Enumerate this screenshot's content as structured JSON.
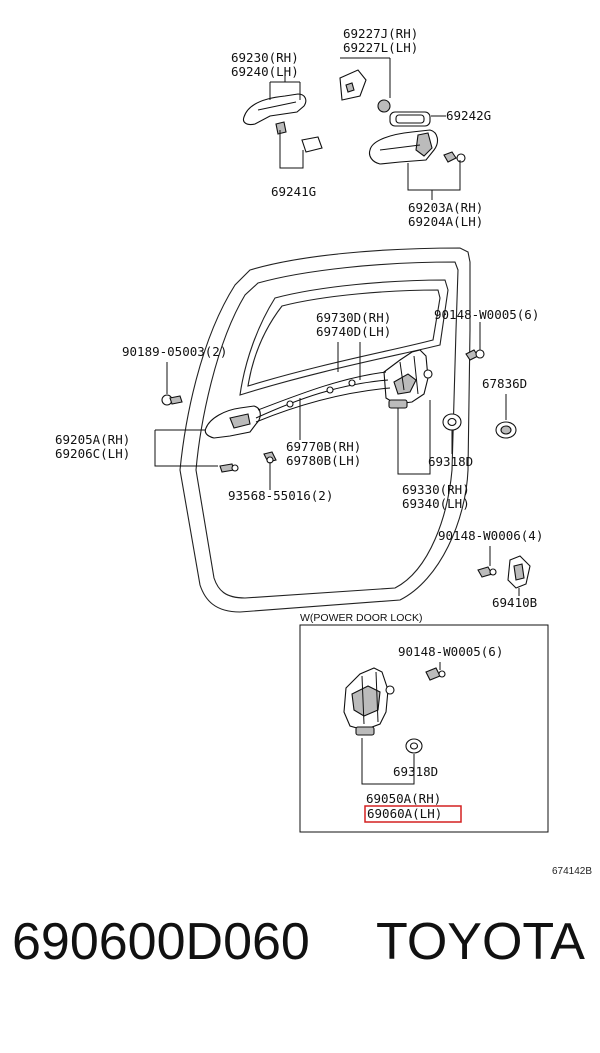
{
  "labels": {
    "p69227J": "69227J(RH)",
    "p69227L": "69227L(LH)",
    "p69230": "69230(RH)",
    "p69240": "69240(LH)",
    "p69242G": "69242G",
    "p69241G": "69241G",
    "p69203A": "69203A(RH)",
    "p69204A": "69204A(LH)",
    "p69730D": "69730D(RH)",
    "p69740D": "69740D(LH)",
    "p90148a": "90148-W0005(6)",
    "p90189": "90189-05003(2)",
    "p67836D": "67836D",
    "p69205A": "69205A(RH)",
    "p69206C": "69206C(LH)",
    "p69770B": "69770B(RH)",
    "p69780B": "69780B(LH)",
    "p69318Da": "69318D",
    "p93568": "93568-55016(2)",
    "p69330": "69330(RH)",
    "p69340": "69340(LH)",
    "p90148b": "90148-W0006(4)",
    "p69410B": "69410B",
    "boxTitle": "W(POWER DOOR LOCK)",
    "p90148c": "90148-W0005(6)",
    "p69318Db": "69318D",
    "p69050A": "69050A(RH)",
    "p69060A": "69060A(LH)",
    "diagramId": "674142B"
  },
  "footer": {
    "partNumber": "690600D060",
    "brand": "TOYOTA"
  },
  "colors": {
    "highlight": "#d42020"
  }
}
